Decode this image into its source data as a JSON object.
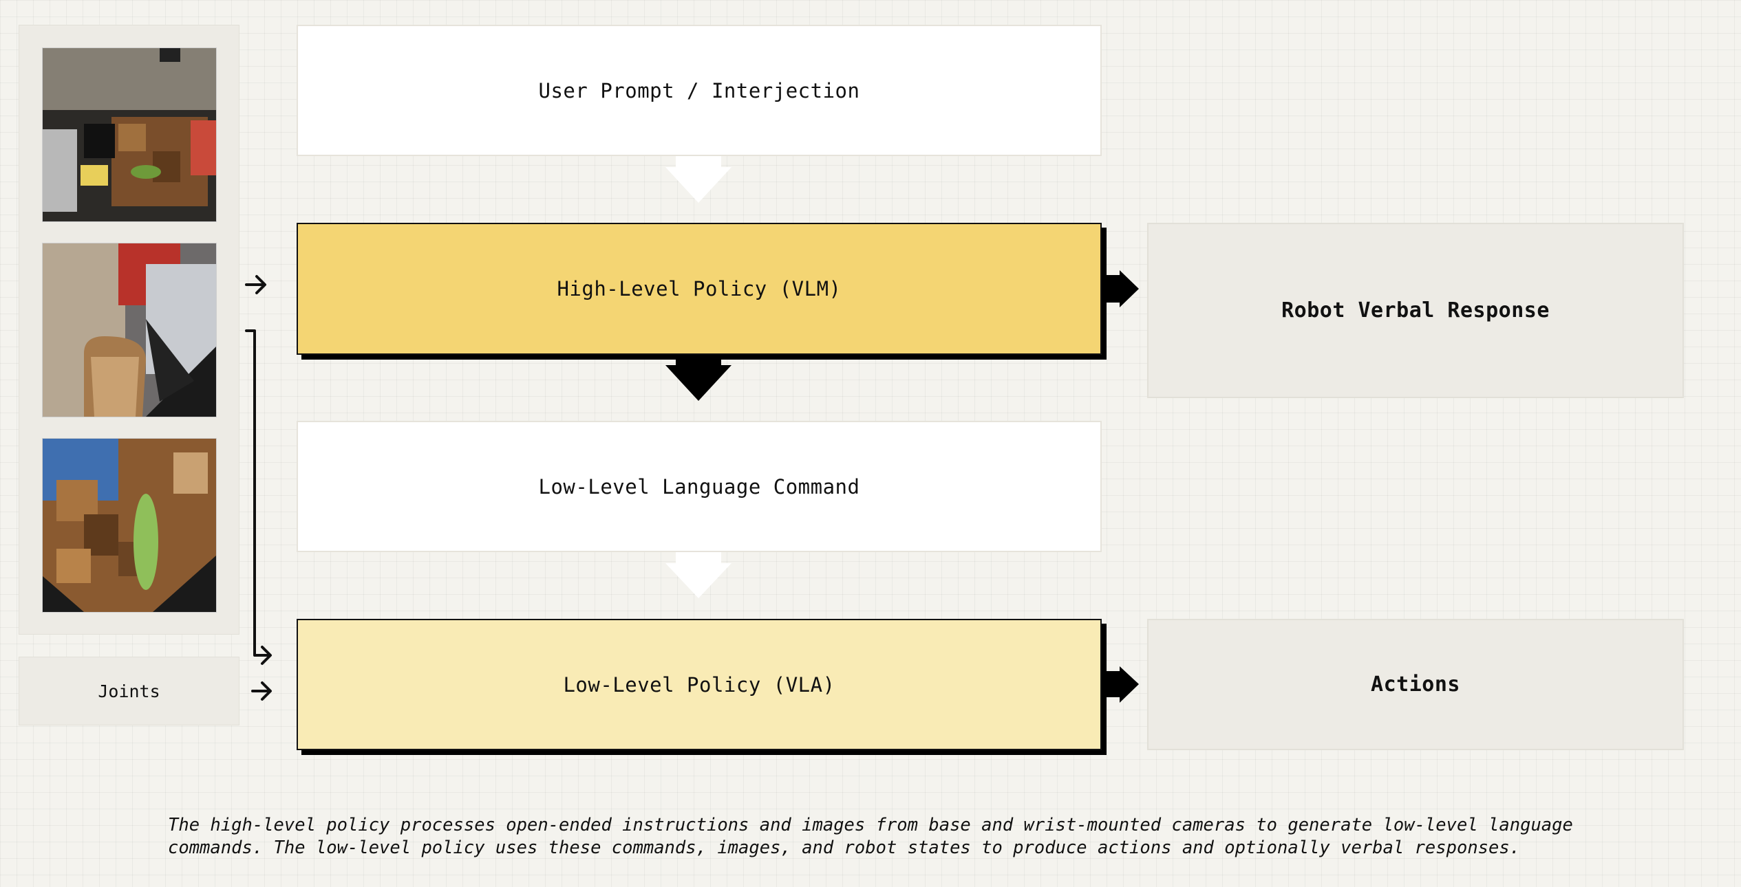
{
  "boxes": {
    "user_prompt": "User Prompt / Interjection",
    "high_level_policy": "High-Level Policy (VLM)",
    "low_level_command": "Low-Level Language Command",
    "low_level_policy": "Low-Level Policy (VLA)",
    "robot_verbal_response": "Robot Verbal Response",
    "actions": "Actions"
  },
  "inputs": {
    "joints": "Joints",
    "camera_views": [
      "base-camera-view",
      "left-wrist-camera-view",
      "right-wrist-camera-view"
    ]
  },
  "caption": "The high-level policy processes open-ended instructions and images from base and wrist-mounted cameras to generate low-level language commands. The low-level policy uses these commands, images, and robot states to produce actions and optionally verbal responses.",
  "colors": {
    "background": "#f4f3ee",
    "high_level_fill": "#f4d573",
    "low_level_fill": "#f9ebb5",
    "output_fill": "#edebe5",
    "white_fill": "#ffffff",
    "arrow": "#000000"
  }
}
